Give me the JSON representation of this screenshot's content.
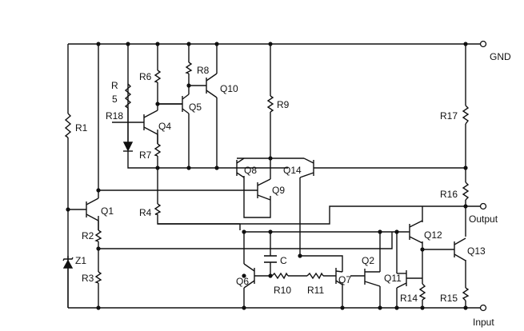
{
  "terminals": {
    "gnd": "GND",
    "output": "Output",
    "input": "Input"
  },
  "transistors": {
    "q1": "Q1",
    "q2": "Q2",
    "q4": "Q4",
    "q5": "Q5",
    "q6": "Q6",
    "q7": "Q7",
    "q8": "Q8",
    "q9": "Q9",
    "q10": "Q10",
    "q11": "Q11",
    "q12": "Q12",
    "q13": "Q13",
    "q14": "Q14"
  },
  "resistors": {
    "r1": "R1",
    "r2": "R2",
    "r3": "R3",
    "r4": "R4",
    "r5_top": "R",
    "r5_bottom": "5",
    "r6": "R6",
    "r7": "R7",
    "r8": "R8",
    "r9": "R9",
    "r10": "R10",
    "r11": "R11",
    "r14": "R14",
    "r15": "R15",
    "r16": "R16",
    "r17": "R17",
    "r18": "R18"
  },
  "other_parts": {
    "zener": "Z1",
    "capacitor": "C"
  },
  "colors": {
    "wire": "#111111",
    "background": "#ffffff"
  }
}
